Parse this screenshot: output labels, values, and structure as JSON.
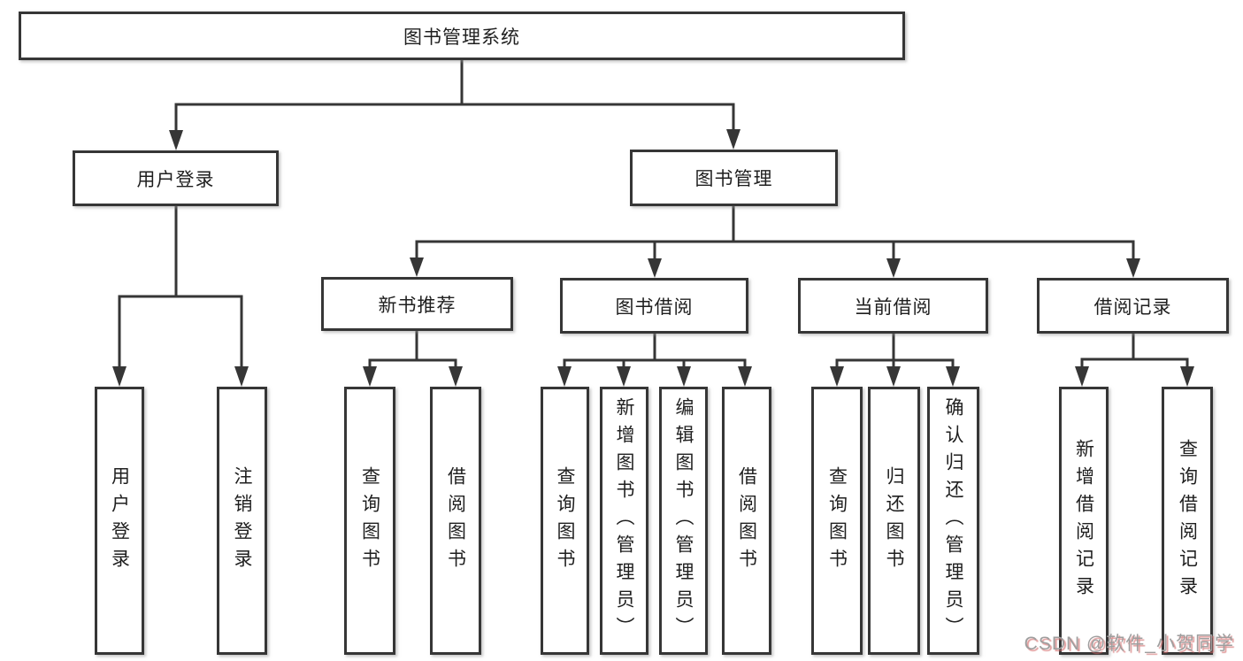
{
  "diagram_title": "图书管理系统",
  "tree": {
    "label": "图书管理系统",
    "children": [
      {
        "label": "用户登录",
        "children": [
          {
            "label": "用户登录"
          },
          {
            "label": "注销登录"
          }
        ]
      },
      {
        "label": "图书管理",
        "children": [
          {
            "label": "新书推荐",
            "children": [
              {
                "label": "查询图书"
              },
              {
                "label": "借阅图书"
              }
            ]
          },
          {
            "label": "图书借阅",
            "children": [
              {
                "label": "查询图书"
              },
              {
                "label": "新增图书（管理员）"
              },
              {
                "label": "编辑图书（管理员）"
              },
              {
                "label": "借阅图书"
              }
            ]
          },
          {
            "label": "当前借阅",
            "children": [
              {
                "label": "查询图书"
              },
              {
                "label": "归还图书"
              },
              {
                "label": "确认归还（管理员）"
              }
            ]
          },
          {
            "label": "借阅记录",
            "children": [
              {
                "label": "新增借阅记录"
              },
              {
                "label": "查询借阅记录"
              }
            ]
          }
        ]
      }
    ]
  },
  "watermark": {
    "text": "CSDN @软件_小贺同学"
  },
  "colors": {
    "line": "#363636",
    "box_border": "#363636",
    "box_fill": "#ffffff",
    "text": "#1f1f1f",
    "watermark_gray": "#9e9e9e",
    "watermark_shadow_red": "#d16a6a"
  }
}
